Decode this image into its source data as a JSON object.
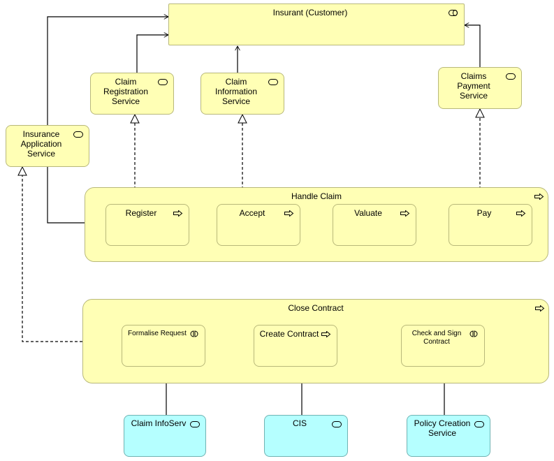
{
  "nodes": {
    "insurant": "Insurant (Customer)",
    "claim_registration_service": "Claim\nRegistration\nService",
    "claim_information_service": "Claim\nInformation\nService",
    "claims_payment_service": "Claims\nPayment\nService",
    "insurance_application_service": "Insurance\nApplication\nService",
    "handle_claim": "Handle Claim",
    "register": "Register",
    "accept": "Accept",
    "valuate": "Valuate",
    "pay": "Pay",
    "close_contract": "Close Contract",
    "formalise_request": "Formalise Request",
    "create_contract": "Create Contract",
    "check_and_sign_contract": "Check and Sign\nContract",
    "claim_infoserv": "Claim InfoServ",
    "cis": "CIS",
    "policy_creation_service": "Policy Creation\nService"
  },
  "icons": {
    "insurant": "role-icon",
    "services": "service-icon",
    "processes": "process-arrow-icon",
    "interactions": "interaction-icon"
  },
  "colors": {
    "business": "#ffffb5",
    "application": "#b5ffff"
  }
}
